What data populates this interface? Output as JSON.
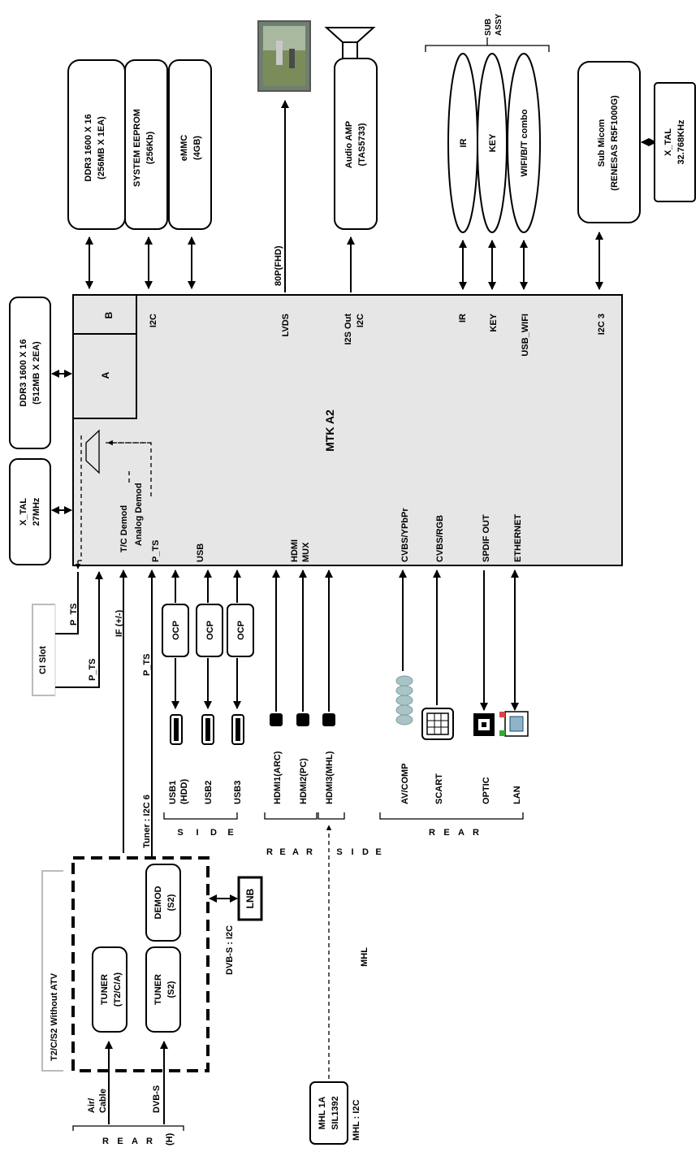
{
  "soc": {
    "name": "MTK A2",
    "pins": {
      "b": "B",
      "a": "A",
      "i2c": "I2C",
      "lvds": "LVDS",
      "i2s1": "I2S Out",
      "i2s2": "I2C",
      "ir": "IR",
      "key": "KEY",
      "usb_wifi": "USB_WIFI",
      "i2c3": "I2C 3",
      "tc_demod": "T/C Demod",
      "analog_demod": "Analog Demod",
      "p_ts": "P_TS",
      "usb": "USB",
      "hdmi": "HDMI",
      "mux": "MUX",
      "cvbs_ypbpr": "CVBS/YPbPr",
      "cvbs_rgb": "CVBS/RGB",
      "spdif": "SPDIF OUT",
      "ethernet": "ETHERNET"
    }
  },
  "top": {
    "ddr3_1": [
      "DDR3  1600 X 16",
      "(256MB X 1EA)"
    ],
    "eeprom": [
      "SYSTEM EEPROM",
      "(256Kb)"
    ],
    "emmc": [
      "eMMC",
      "(4GB)"
    ],
    "lvds_label": "80P(FHD)",
    "audio": [
      "Audio AMP",
      "(TAS5733)"
    ],
    "sub_assy": [
      "SUB",
      "ASSY"
    ],
    "ir": "IR",
    "key": "KEY",
    "wifi": "WIFI/B/T combo",
    "micom": [
      "Sub Micom",
      "(RENESAS R5F1000G)"
    ],
    "xtal2": [
      "X_TAL",
      "32.768KHz"
    ]
  },
  "left": {
    "ddr3_2": [
      "DDR3 1600 X 16",
      "(512MB X 2EA)"
    ],
    "xtal1": [
      "X_TAL",
      "27MHz"
    ],
    "p_ts_a": "P_TS",
    "p_ts_b": "P_TS",
    "ci_slot": "CI Slot",
    "if": "IF (+/-)",
    "p_ts_c": "P_TS",
    "tuner_i2c": "Tuner : I2C 6"
  },
  "usb": {
    "ocp": "OCP",
    "ports": [
      [
        "USB1",
        "(HDD)"
      ],
      [
        "USB2"
      ],
      [
        "USB3"
      ]
    ],
    "side": [
      "S",
      "I",
      "D",
      "E"
    ]
  },
  "hdmi": {
    "ports": [
      "HDMI1(ARC)",
      "HDMI2(PC)",
      "HDMI3(MHL)"
    ],
    "rear": [
      "R",
      "E",
      "A",
      "R"
    ],
    "side": [
      "S",
      "I",
      "D",
      "E"
    ],
    "mhl": "MHL",
    "mhl_chip": [
      "MHL 1A",
      "SIL1392"
    ],
    "mhl_i2c": "MHL : I2C"
  },
  "rear_io": {
    "av": "AV/COMP",
    "scart": "SCART",
    "optic": "OPTIC",
    "lan": "LAN",
    "rear": [
      "R",
      "E",
      "A",
      "R"
    ]
  },
  "tuner": {
    "title": "T2/C/S2 Without ATV",
    "tuner1": [
      "TUNER",
      "(T2/C/A)"
    ],
    "tuner2": [
      "TUNER",
      "(S2)"
    ],
    "demod": [
      "DEMOD",
      "(S2)"
    ],
    "lnb": "LNB",
    "dvbs_i2c": "DVB-S : I2C",
    "air": [
      "Air/",
      "Cable"
    ],
    "dvbs": "DVB-S",
    "rear_h": [
      "R",
      "E",
      "A",
      "R",
      "(H)"
    ]
  }
}
